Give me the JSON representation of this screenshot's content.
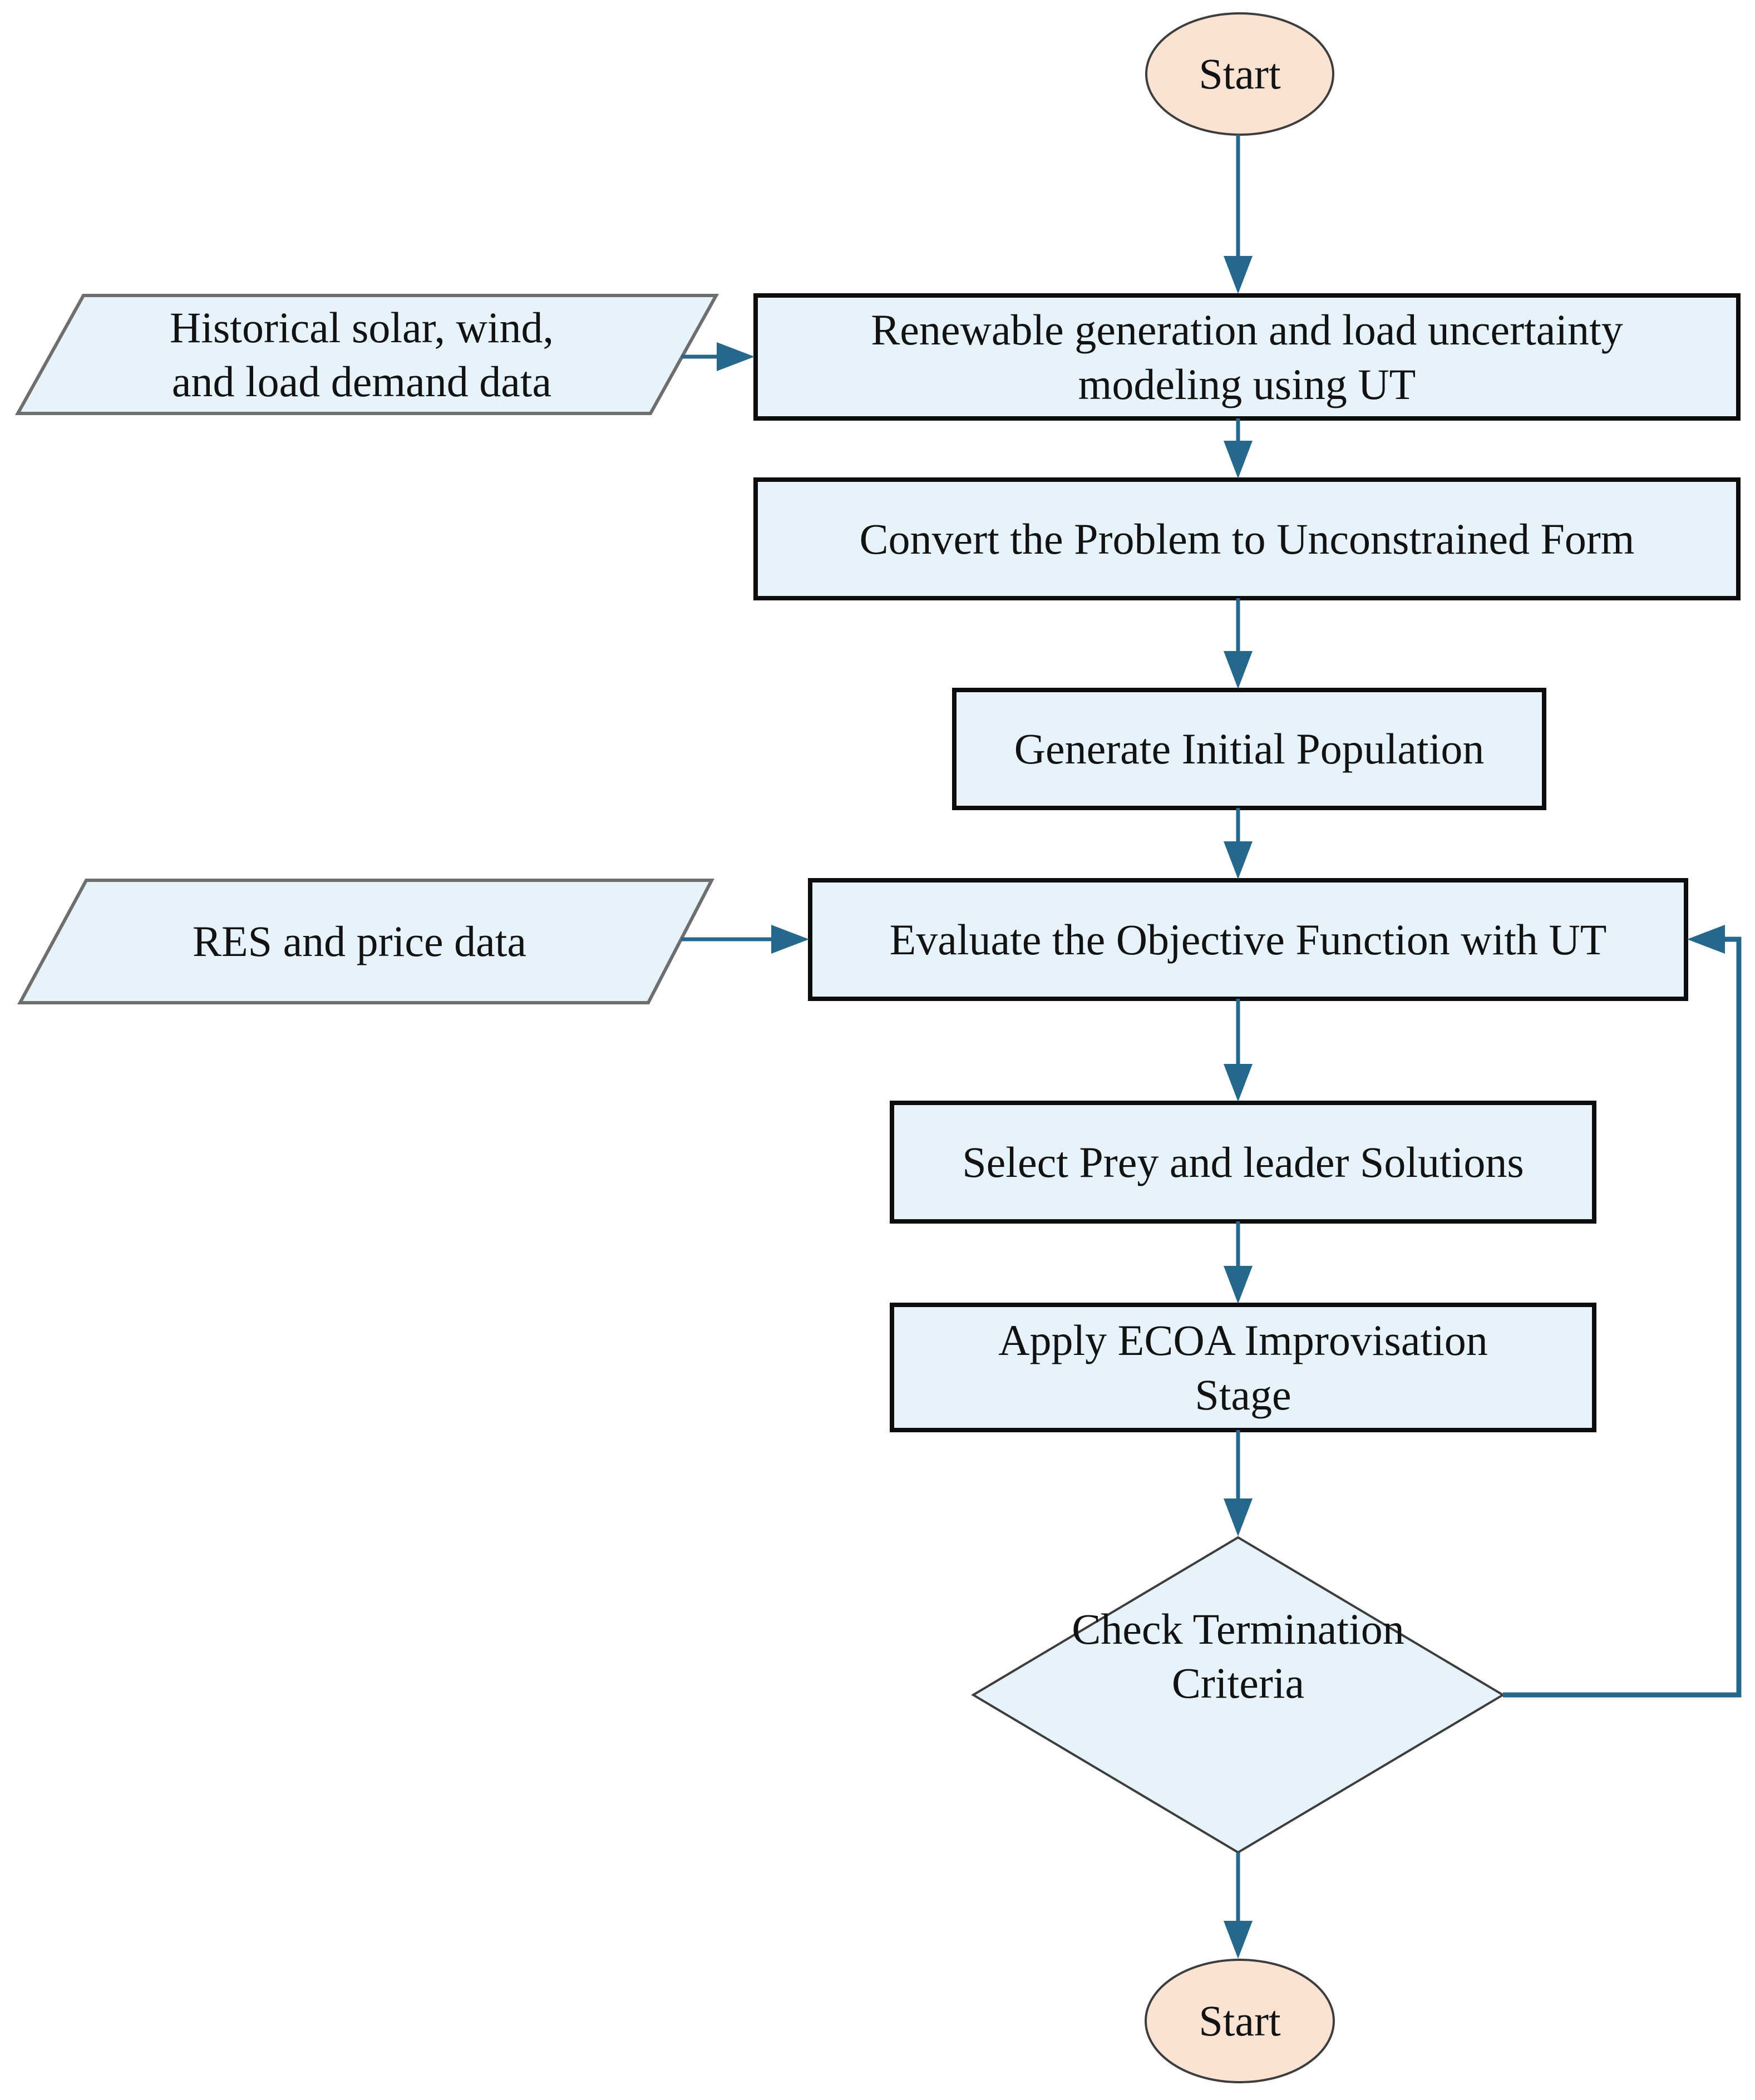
{
  "flowchart": {
    "nodes": {
      "start_top": {
        "type": "terminator",
        "label": "Start"
      },
      "historical_data": {
        "type": "data-input",
        "label": "Historical solar, wind,\nand load demand data"
      },
      "uncertainty_modeling": {
        "type": "process",
        "label": "Renewable generation and load uncertainty\nmodeling using UT"
      },
      "convert_problem": {
        "type": "process",
        "label": "Convert the Problem to Unconstrained Form"
      },
      "generate_population": {
        "type": "process",
        "label": "Generate Initial Population"
      },
      "res_price_data": {
        "type": "data-input",
        "label": "RES and price data"
      },
      "evaluate_objective": {
        "type": "process",
        "label": "Evaluate the Objective Function with UT"
      },
      "select_prey": {
        "type": "process",
        "label": "Select Prey and leader Solutions"
      },
      "apply_ecoa": {
        "type": "process",
        "label": "Apply ECOA Improvisation\nStage"
      },
      "check_termination": {
        "type": "decision",
        "label": "Check Termination\nCriteria"
      },
      "end_bottom": {
        "type": "terminator",
        "label": "Start"
      }
    },
    "colors": {
      "process_fill": "#e7f3fa",
      "terminator_fill": "#fbe3d4",
      "arrow": "#26688b",
      "process_border": "#0d0d0d",
      "shape_border": "#3d3d3d",
      "io_border": "#6e6e6e"
    }
  }
}
